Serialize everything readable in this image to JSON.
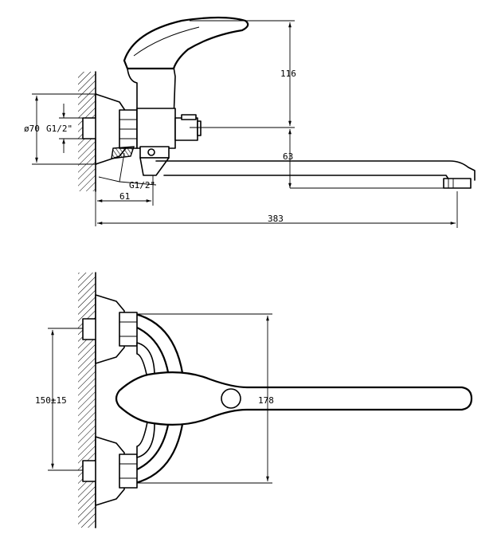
{
  "side_view": {
    "dim_height": "116",
    "dim_spout_drop": "63",
    "dim_eccentric": "61",
    "dim_spout_length": "383",
    "dim_flange_diameter": "ø70",
    "thread_inlet": "G1/2\"",
    "thread_outlet": "G1/2\""
  },
  "front_view": {
    "dim_center_distance": "150±15",
    "dim_spout_width": "178"
  }
}
